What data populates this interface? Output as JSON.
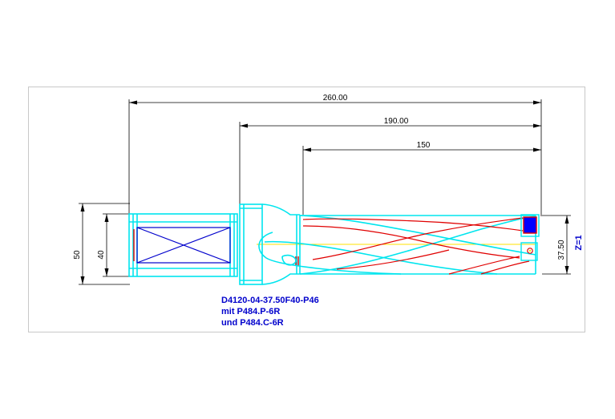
{
  "drawing": {
    "dimensions": {
      "total_length": "260.00",
      "body_length": "190.00",
      "drill_depth": "150",
      "shank_diameter": "50",
      "clamp_diameter": "40",
      "drill_diameter": "37.50"
    },
    "teeth_label": "Z=1",
    "notes": [
      "D4120-04-37.50F40-P46",
      "mit P484.P-6R",
      "und P484.C-6R"
    ]
  },
  "colors": {
    "outline": "#00e5ee",
    "flute": "#e00000",
    "axis": "#ffe000",
    "dimension": "#000000",
    "note": "#0000cc",
    "frame": "#c8c8c8",
    "insert": "#0000ff"
  }
}
